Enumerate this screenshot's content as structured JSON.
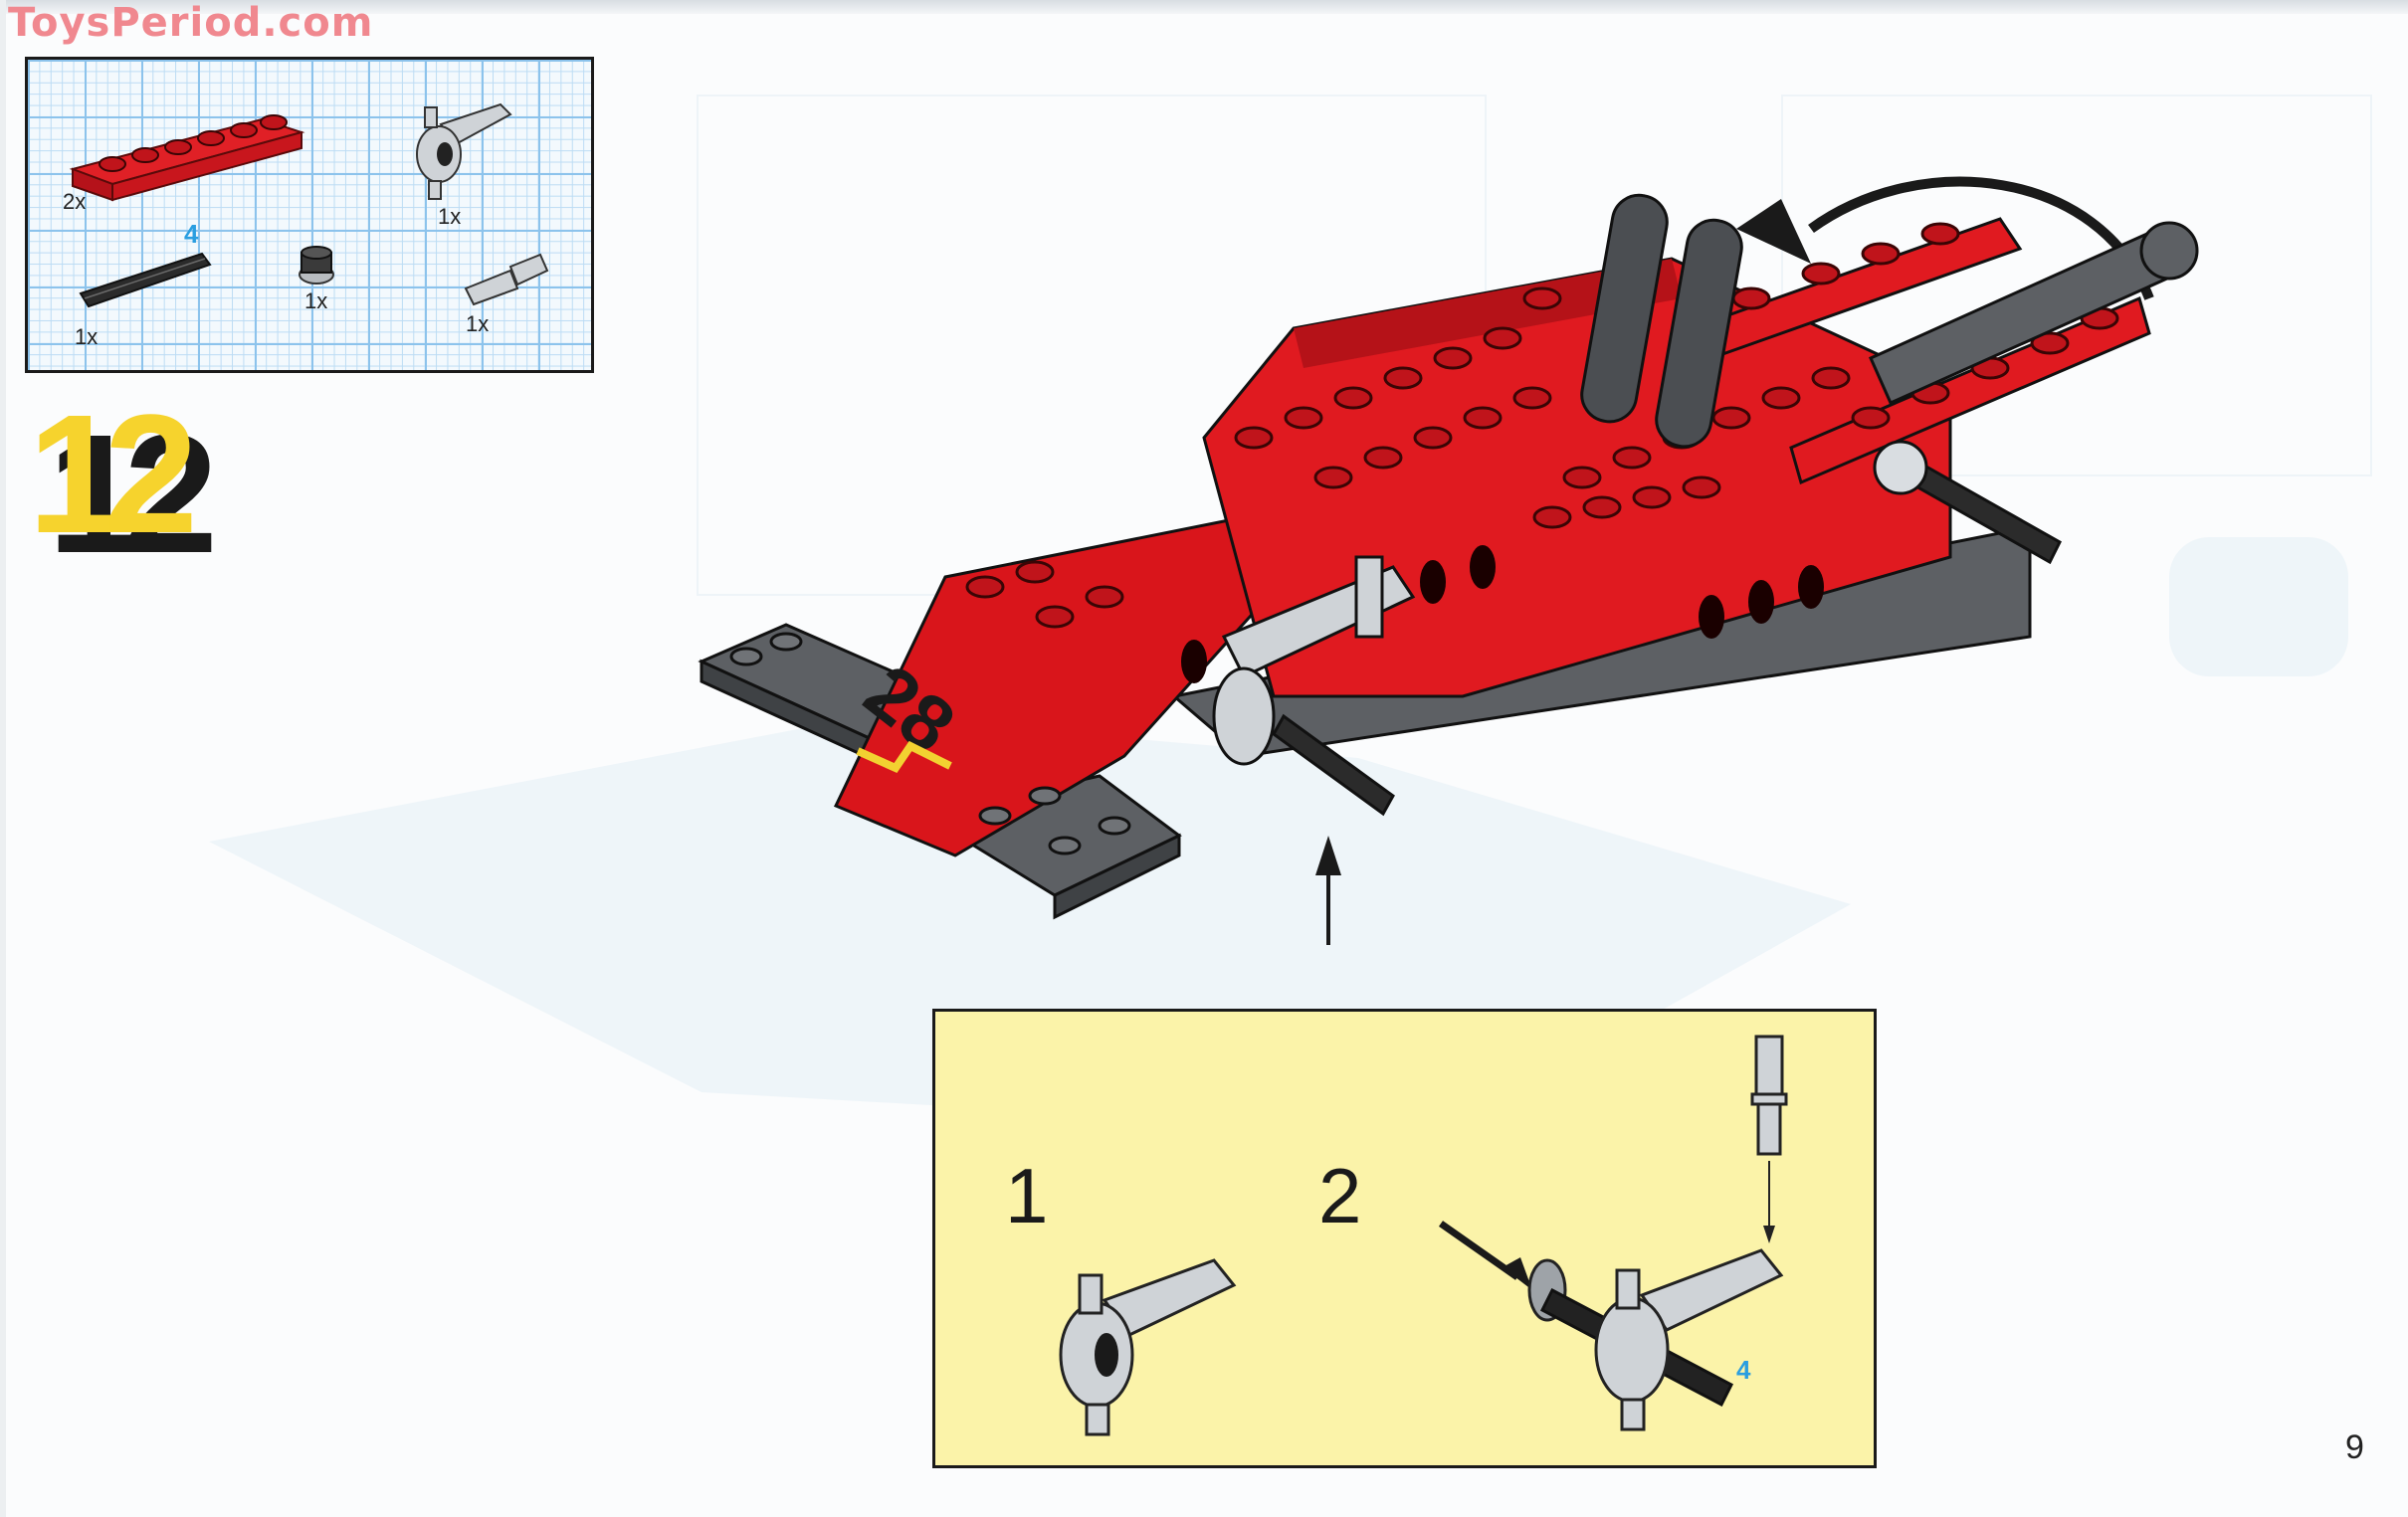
{
  "watermark": {
    "text": "ToysPeriod.com",
    "color": "#f0888f"
  },
  "parts_list": {
    "items": [
      {
        "name": "red-plate-1x6",
        "quantity": "2x",
        "color": "#d9151b"
      },
      {
        "name": "grey-technic-arm-with-pin",
        "quantity": "1x",
        "color": "#c9cdd1"
      },
      {
        "name": "black-axle-4",
        "quantity": "1x",
        "length_label": "4",
        "color": "#2b2b2b"
      },
      {
        "name": "grey-bush-gear",
        "quantity": "1x",
        "color": "#9ea3a8"
      },
      {
        "name": "grey-axle-pin",
        "quantity": "1x",
        "color": "#c9cdd1"
      }
    ],
    "grid_color": "#8cc3ec"
  },
  "step": {
    "number": "12",
    "fill_color": "#f6d32d",
    "shadow_color": "#1a1a1a"
  },
  "model": {
    "race_number": "28",
    "body_color": "#d9151b",
    "dark_color": "#5a5d61",
    "light_grey_color": "#c9cdd1",
    "stripe_color": "#f2d231"
  },
  "callout": {
    "background": "#fbf3a9",
    "substeps": [
      {
        "label": "1"
      },
      {
        "label": "2",
        "axle_length_label": "4"
      }
    ]
  },
  "page": {
    "number": "9"
  }
}
